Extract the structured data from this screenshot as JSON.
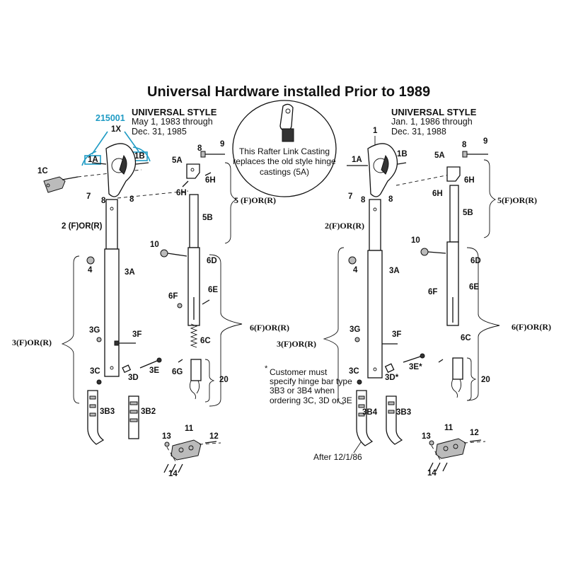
{
  "title": "Universal Hardware installed Prior to 1989",
  "circle_note": "This Rafter Link Casting replaces the old style hinge castings (5A)",
  "customer_note": {
    "star": "*",
    "text": "Customer must specify hinge bar type 3B3 or 3B4 when ordering 3C, 3D or 3E"
  },
  "left": {
    "part_number": "215001",
    "style_heading": "UNIVERSAL STYLE",
    "date_line_1": "May 1, 1983  through",
    "date_line_2": "Dec. 31, 1985",
    "labels": {
      "l1x": "1X",
      "l1a": "1A",
      "l1b": "1B",
      "l1c": "1C",
      "l7": "7",
      "l8a": "8",
      "l8b": "8",
      "l8c": "8",
      "l9": "9",
      "l5a": "5A",
      "l6h": "6H",
      "l6h2": "6H",
      "l5": "5 (F)OR(R)",
      "l5b": "5B",
      "l2": "2 (F)OR(R)",
      "l10": "10",
      "l4": "4",
      "l3a": "3A",
      "l6d": "6D",
      "l6f": "6F",
      "l6e": "6E",
      "l6": "6(F)OR(R)",
      "l3": "3(F)OR(R)",
      "l3g": "3G",
      "l3f": "3F",
      "l6c": "6C",
      "l3c": "3C",
      "l3e": "3E",
      "l3d": "3D",
      "l6g": "6G",
      "l20": "20",
      "l3b3": "3B3",
      "l3b2": "3B2",
      "l11": "11",
      "l13": "13",
      "l12": "12",
      "l14": "14"
    }
  },
  "right": {
    "part_number": "1",
    "style_heading": "UNIVERSAL STYLE",
    "date_line_1": "Jan. 1, 1986  through",
    "date_line_2": "Dec. 31, 1988",
    "after_note": "After 12/1/86",
    "labels": {
      "l1a": "1A",
      "l1b": "1B",
      "l7": "7",
      "l8a": "8",
      "l8b": "8",
      "l8c": "8",
      "l9": "9",
      "l5a": "5A",
      "l6h": "6H",
      "l6h2": "6H",
      "l5": "5(F)OR(R)",
      "l5b": "5B",
      "l2": "2(F)OR(R)",
      "l10": "10",
      "l4": "4",
      "l3a": "3A",
      "l6d": "6D",
      "l6f": "6F",
      "l6e": "6E",
      "l6": "6(F)OR(R)",
      "l3": "3(F)OR(R)",
      "l3g": "3G",
      "l3f": "3F",
      "l6c": "6C",
      "l3c": "3C",
      "l3d": "3D*",
      "l3e": "3E*",
      "l20": "20",
      "l3b4": "3B4",
      "l3b3": "3B3",
      "l11": "11",
      "l13": "13",
      "l12": "12",
      "l14": "14"
    }
  }
}
